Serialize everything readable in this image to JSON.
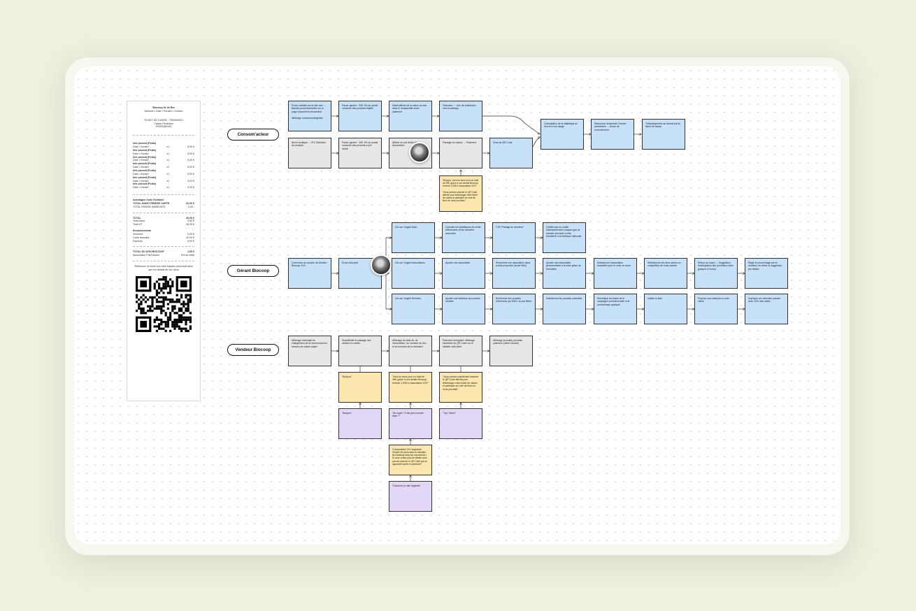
{
  "receipt": {
    "store": "Biocoop Ile de Bio",
    "address_line": "Adresse • Date • Horaire • Contact",
    "ticket": "TICKET DE CAISSE : 7000000012",
    "cashier": "Caisse Pénélope",
    "code": "P0000456344",
    "items": [
      {
        "name": "Info produit (Poids)",
        "sub": "Date • Horaire",
        "qty": "x1",
        "price": "5,00 €"
      },
      {
        "name": "Info produit (Poids)",
        "sub": "Date • Horaire",
        "qty": "x1",
        "price": "5,00 €"
      },
      {
        "name": "Info produit (Poids)",
        "sub": "Date • Horaire",
        "qty": "x1",
        "price": "5,00 €"
      },
      {
        "name": "Info produit (Poids)",
        "sub": "Date • Horaire",
        "qty": "x1",
        "price": "5,00 €"
      },
      {
        "name": "Info produit (Poids)",
        "sub": "Date • Horaire",
        "qty": "x1",
        "price": "5,00 €"
      },
      {
        "name": "Info produit (Poids)",
        "sub": "Date • Horaire",
        "qty": "x1",
        "price": "5,00 €"
      },
      {
        "name": "Info produit (Poids)",
        "sub": "Date • Horaire",
        "qty": "x1",
        "price": "2,00 €"
      }
    ],
    "advantages_title": "Avantages Carte Solidaire",
    "total_before_label": "TOTAL AVANT REMISE CARTE",
    "total_before_value": "32,00 €",
    "remise_label": "TOTAL REMISE IMMÉDIATE",
    "remise_value": "2,00 -",
    "total_label": "TOTAL",
    "total_value": "30,00 €",
    "taxes_label": "Total taxes",
    "taxes_value": "0,50 €",
    "ht_label": "Total HT",
    "ht_value": "28,30 €",
    "encaissements_title": "Encaissements",
    "pay": [
      {
        "label": "Virement",
        "value": "0,00 €"
      },
      {
        "label": "Carte bancaire",
        "value": "30,00 €"
      },
      {
        "label": "Espèces",
        "value": "0,00 €"
      }
    ],
    "don_label": "TOTAL DU DON BIOCOOP",
    "don_value": "1,50 €",
    "assoc_label": "Association FairFutures",
    "assoc_value": "5% du retail",
    "footer": "Retrouvez ce ticket sur votre espace personnel ainsi que les détails de vos dons"
  },
  "lanes": {
    "consommacteur": "Consom'acteur",
    "gerant": "Gérant Biocoop",
    "vendeur": "Vendeur Biocoop"
  },
  "boxes": {
    "c1": "Promo visibles sur le site web → Bandes promotionnelles sur la page d'accueil et Infocondrat\n\nAffichage communautingétale",
    "c2": "Panier généré : 32€, 5% du panier concerne des produits éligible",
    "c3": "Détail affiché de la valeur du don dans le récapitulatif avant paiement",
    "c4": "Paiement → Lien de redirection vers la webapp",
    "c5": "Consultation de la statistique du don et à son usage",
    "c6": "Retrouvez l'ensemble 2 textes présentées → Écran de remerciement",
    "c7": "Téléchargement au format pdf du ticket de caisse",
    "g1": "Arrive boutique → PLV Sélection de produits",
    "g2": "Panier généré : 32€, 5% du panier concerne des produits à prix réduit",
    "g3": "Affiche un prix dédié de la Association",
    "g4": "Passage en caisse → Paiement",
    "g5": "Scan du QR Code",
    "y_caisse": "\"Bonjour, vous en avez pour un total de 30€, grâce à vos achats Biocoop reverse 1,50€ à l'association XXX\"\n\n\"Vous pouvez scanner le QR Code affiché pour télécharger votre ticket de caisse et participer au vote de lieux du mois prochain\"",
    "m1": "Connexion au compte de Gestion Biocoop XXX",
    "m2": "Écran d'accueil",
    "m3": "Clic sur l'onglet Data",
    "m4": "Consulte les statistiques de vente référencées et les données associées",
    "m5": "CTA \"Partage de données\"",
    "m6": "Certifie tout ou moitié individuellement chaque type de donnée autorisée à être transférée à la boutique nationale",
    "m7": "Clic sur l'onglet Associations",
    "m8": "Ajouter une association",
    "m9": "Recherche une association dans la liste proposée (et par filtre)",
    "m10": "Ajouter une association personnalisée à la mise grâce au formulaire",
    "m11": "Sélectionne l'association souhaitée pour le mois en cours",
    "m12": "Sélectionner les deux autres en compétition de mois suivant",
    "m13": "Retour au board → Suggestion d'anticipation des prochains votes (jusqu'à 12 mois)",
    "m14": "Règle le pourcentage par le donation du retour la suggestion par défaut",
    "m15": "Clic sur l'onglet Remises",
    "m16": "Ajouter une sélection de produits remisés",
    "m17": "Recherche des produits référencés par EAN / ou par filtres",
    "m18": "Sélectionne les produits souhaités",
    "m19": "Renseigne les dates de la campagne promotionnelle et le pourcentage appliqué",
    "m20": "Valider la liste",
    "m21": "Propose une sélection à votre vitrine",
    "m22": "Duplique une sélection passée avec 10% mes dates",
    "v1": "Affichage informatif de changement de lot concernant les besoins de caisse papier",
    "v2": "Scan/Bédie et passage des articles en caisse",
    "v3": "Affichage du total dû, de l'association, du montant du don et du montant de la réduction",
    "v4": "Paiement enregistré, affichage simultané du QR Code sur la tablette côté client",
    "v5": "Affichage (ensuite) prochain paiement (client suivant)",
    "vy1": "\"Bonjour\"",
    "vy2": "\"Vous en avez pour un total de 30€, grâce à vos achats Biocoop reverse 1,50€ à l'association XXX\"",
    "vy3": "\"Vous pouvez maintenant scanner le QR Code affiché pour télécharger votre ticket de caisse et participer au vote de lieux du mois prochain\"",
    "vp1": "\"Bonjour\"",
    "vp2": "\"Ah super ! C'est quoi comme asso ?\"",
    "vp3": "\"Top ! Merci\"",
    "vy4": "\"L'association XXX augmente l'emploi de personnes en situation de handicap dans les commerces ! Si vous voulez plus de détails vous pouvez scanner le QR Code qui va apparaître après le paiement\"",
    "vp4": "\"D'accord, je vais regarder\""
  }
}
